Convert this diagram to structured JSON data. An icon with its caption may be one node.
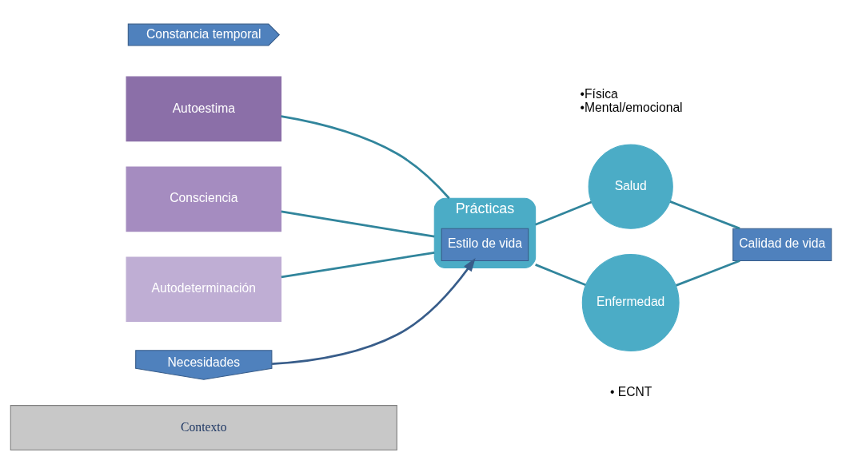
{
  "diagram": {
    "nodes": [
      {
        "text": [
          "Contexto"
        ]
      },
      {
        "text": [
          "Autoestima"
        ]
      },
      {
        "text": [
          "Consciencia"
        ]
      },
      {
        "text": [
          "Autodeterminación"
        ]
      },
      {
        "text": [
          "Necesidades"
        ]
      },
      {
        "text": [
          "Prácticas"
        ]
      },
      {
        "text": [
          "Estilo de vida"
        ],
        "in": 5
      },
      {
        "text": [
          "Salud"
        ],
        "beside": [
          "•Física",
          "•Mental/emocional"
        ]
      },
      {
        "text": [
          "Calidad de vida"
        ]
      },
      {
        "text": [
          "Enfermedad"
        ],
        "beside": [
          "• ECNT"
        ]
      },
      {
        "text": [
          "Constancia temporal"
        ]
      }
    ],
    "edges": [
      {
        "from": 1,
        "to": 5,
        "arrow": "none"
      },
      {
        "from": 2,
        "to": 5,
        "arrow": "none"
      },
      {
        "from": 3,
        "to": 5,
        "arrow": "none"
      },
      {
        "from": 4,
        "to": 5,
        "arrow": "to"
      },
      {
        "from": 5,
        "to": 7,
        "arrow": "none"
      },
      {
        "from": 5,
        "to": 9,
        "arrow": "none"
      },
      {
        "from": 7,
        "to": 8,
        "arrow": "none"
      },
      {
        "from": 8,
        "to": 9,
        "arrow": "none"
      }
    ]
  }
}
